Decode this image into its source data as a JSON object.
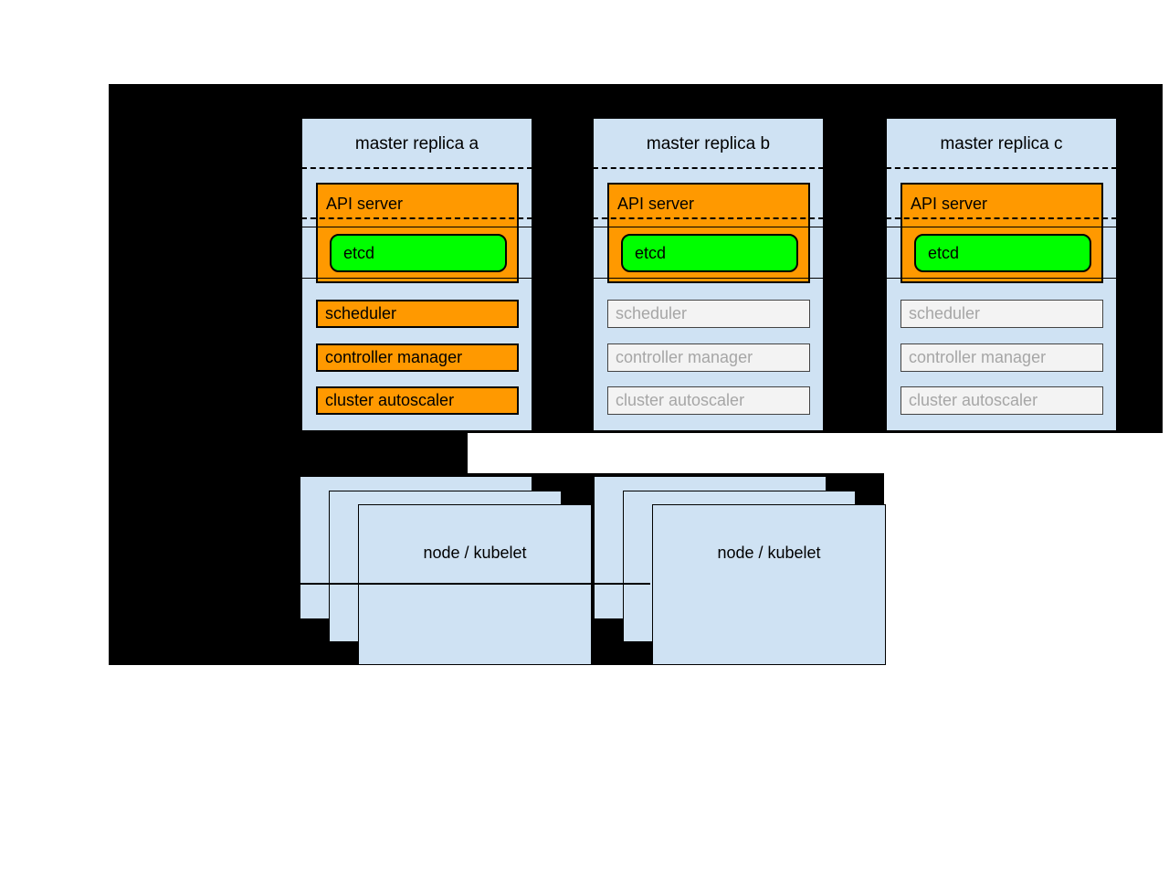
{
  "colors": {
    "canvas_black": "#000000",
    "box_blue": "#cfe2f3",
    "active_orange": "#ff9900",
    "etcd_green": "#00ff00",
    "inactive_fill": "#f3f3f3",
    "inactive_border": "#434343",
    "inactive_text": "#a6a6a6"
  },
  "replicas": [
    {
      "title": "master replica a",
      "api_server_label": "API server",
      "etcd_label": "etcd",
      "components": [
        {
          "label": "scheduler",
          "state": "active"
        },
        {
          "label": "controller manager",
          "state": "active"
        },
        {
          "label": "cluster autoscaler",
          "state": "active"
        }
      ]
    },
    {
      "title": "master replica b",
      "api_server_label": "API server",
      "etcd_label": "etcd",
      "components": [
        {
          "label": "scheduler",
          "state": "inactive"
        },
        {
          "label": "controller manager",
          "state": "inactive"
        },
        {
          "label": "cluster autoscaler",
          "state": "inactive"
        }
      ]
    },
    {
      "title": "master replica c",
      "api_server_label": "API server",
      "etcd_label": "etcd",
      "components": [
        {
          "label": "scheduler",
          "state": "inactive"
        },
        {
          "label": "controller manager",
          "state": "inactive"
        },
        {
          "label": "cluster autoscaler",
          "state": "inactive"
        }
      ]
    }
  ],
  "node_stacks": [
    {
      "label": "node / kubelet"
    },
    {
      "label": "node / kubelet"
    }
  ]
}
